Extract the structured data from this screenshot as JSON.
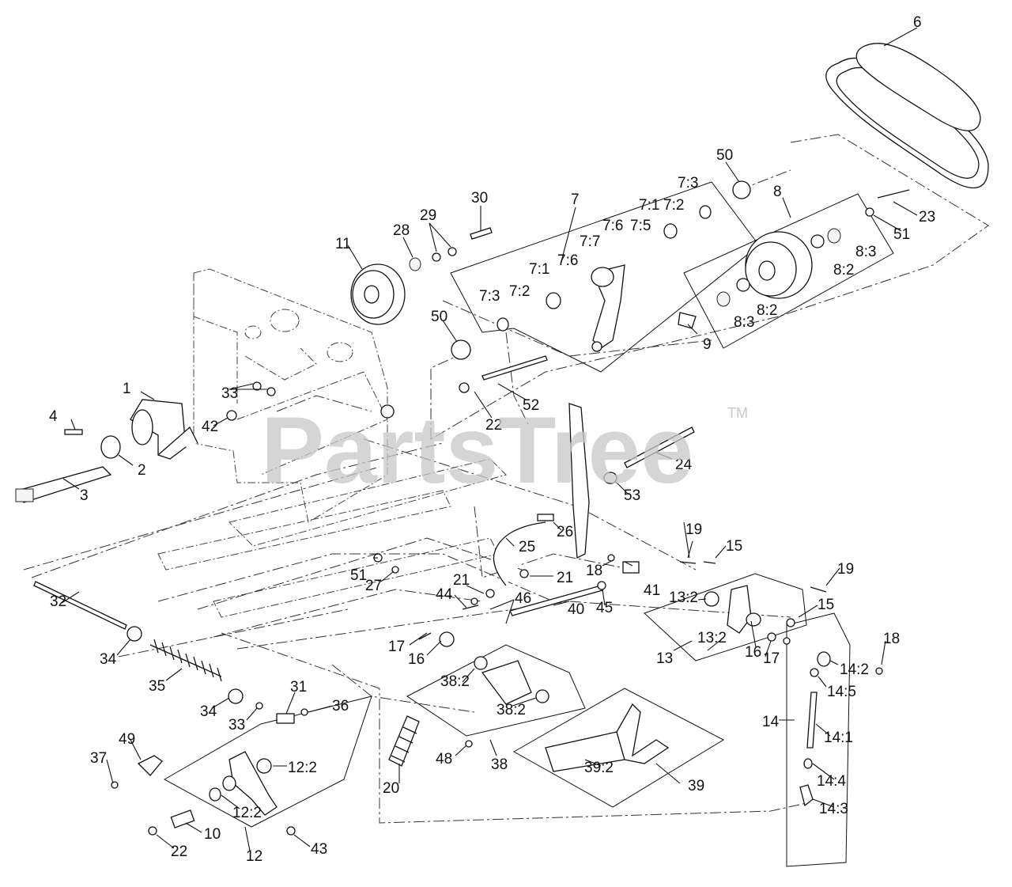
{
  "watermark": {
    "text": "PartsTree",
    "trademark": "TM"
  },
  "callouts": {
    "c1": "1",
    "c2": "2",
    "c3": "3",
    "c4": "4",
    "c6": "6",
    "c7": "7",
    "c8": "8",
    "c9": "9",
    "c10": "10",
    "c11": "11",
    "c12": "12",
    "c13": "13",
    "c14": "14",
    "c15a": "15",
    "c15b": "15",
    "c16a": "16",
    "c16b": "16",
    "c17a": "17",
    "c17b": "17",
    "c18a": "18",
    "c18b": "18",
    "c19a": "19",
    "c19b": "19",
    "c20": "20",
    "c21a": "21",
    "c21b": "21",
    "c22a": "22",
    "c22b": "22",
    "c23": "23",
    "c24": "24",
    "c25": "25",
    "c26": "26",
    "c27": "27",
    "c28": "28",
    "c29": "29",
    "c30": "30",
    "c31": "31",
    "c32": "32",
    "c33a": "33",
    "c33b": "33",
    "c34a": "34",
    "c34b": "34",
    "c35": "35",
    "c36": "36",
    "c37": "37",
    "c38": "38",
    "c39": "39",
    "c40": "40",
    "c41": "41",
    "c42": "42",
    "c43": "43",
    "c44": "44",
    "c45": "45",
    "c46": "46",
    "c48": "48",
    "c49": "49",
    "c50a": "50",
    "c50b": "50",
    "c51a": "51",
    "c51b": "51",
    "c52": "52",
    "c53": "53",
    "c7_1a": "7:1",
    "c7_1b": "7:1",
    "c7_2a": "7:2",
    "c7_2b": "7:2",
    "c7_3a": "7:3",
    "c7_3b": "7:3",
    "c7_5": "7:5",
    "c7_6a": "7:6",
    "c7_6b": "7:6",
    "c7_7": "7:7",
    "c8_2a": "8:2",
    "c8_2b": "8:2",
    "c8_3a": "8:3",
    "c8_3b": "8:3",
    "c12_2a": "12:2",
    "c12_2b": "12:2",
    "c13_2a": "13:2",
    "c13_2b": "13:2",
    "c14_1": "14:1",
    "c14_2": "14:2",
    "c14_3": "14:3",
    "c14_4": "14:4",
    "c14_5": "14:5",
    "c38_2a": "38:2",
    "c38_2b": "38:2",
    "c39_2": "39:2"
  }
}
